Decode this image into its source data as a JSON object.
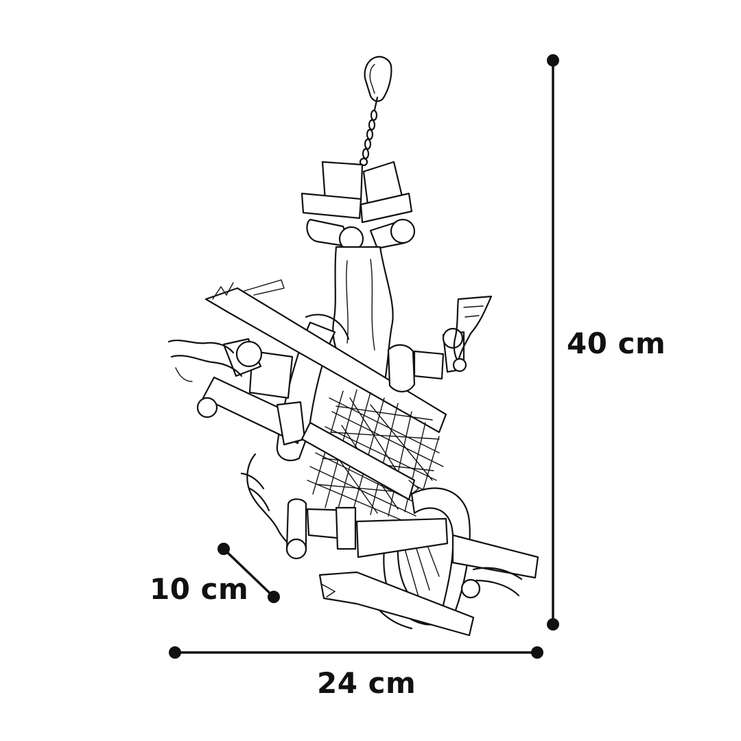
{
  "dimensions": {
    "height_label": "40 cm",
    "width_label": "24 cm",
    "depth_label": "10 cm"
  },
  "colors": {
    "line": "#111111",
    "background": "#ffffff"
  }
}
